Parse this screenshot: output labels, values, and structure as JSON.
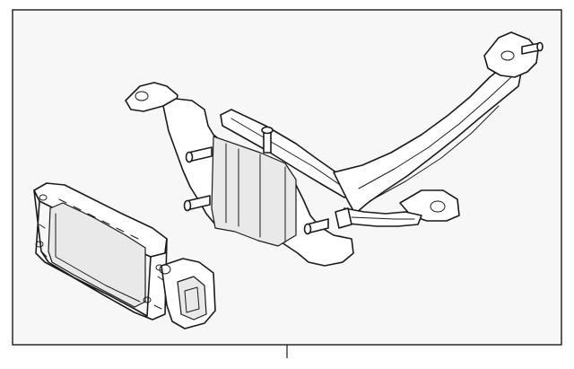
{
  "diagram": {
    "type": "exploded parts diagram",
    "background_color": "#ffffff",
    "frame_fill_color": "#f7f7f7",
    "line_color": "#1a1a1a",
    "parts": [
      {
        "name": "radar-sensor-module"
      },
      {
        "name": "sensor-mounting-bracket"
      }
    ],
    "callout_labels": []
  }
}
